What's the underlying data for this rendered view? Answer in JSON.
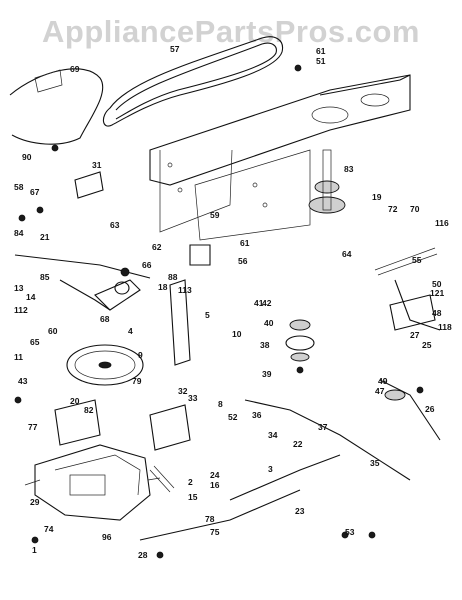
{
  "watermark": "AppliancePartsPros.com",
  "callouts": [
    "57",
    "69",
    "61",
    "51",
    "90",
    "31",
    "58",
    "67",
    "63",
    "59",
    "19",
    "72",
    "70",
    "116",
    "83",
    "62",
    "61",
    "64",
    "56",
    "55",
    "21",
    "66",
    "88",
    "85",
    "68",
    "84",
    "42",
    "50",
    "121",
    "13",
    "14",
    "112",
    "60",
    "41",
    "48",
    "118",
    "4",
    "65",
    "9",
    "18",
    "113",
    "5",
    "10",
    "40",
    "27",
    "25",
    "11",
    "79",
    "38",
    "39",
    "49",
    "52",
    "43",
    "20",
    "82",
    "2",
    "8",
    "32",
    "33",
    "37",
    "47",
    "26",
    "77",
    "35",
    "36",
    "34",
    "22",
    "23",
    "24",
    "16",
    "29",
    "3",
    "15",
    "1",
    "96",
    "74",
    "78",
    "75",
    "28",
    "53"
  ]
}
